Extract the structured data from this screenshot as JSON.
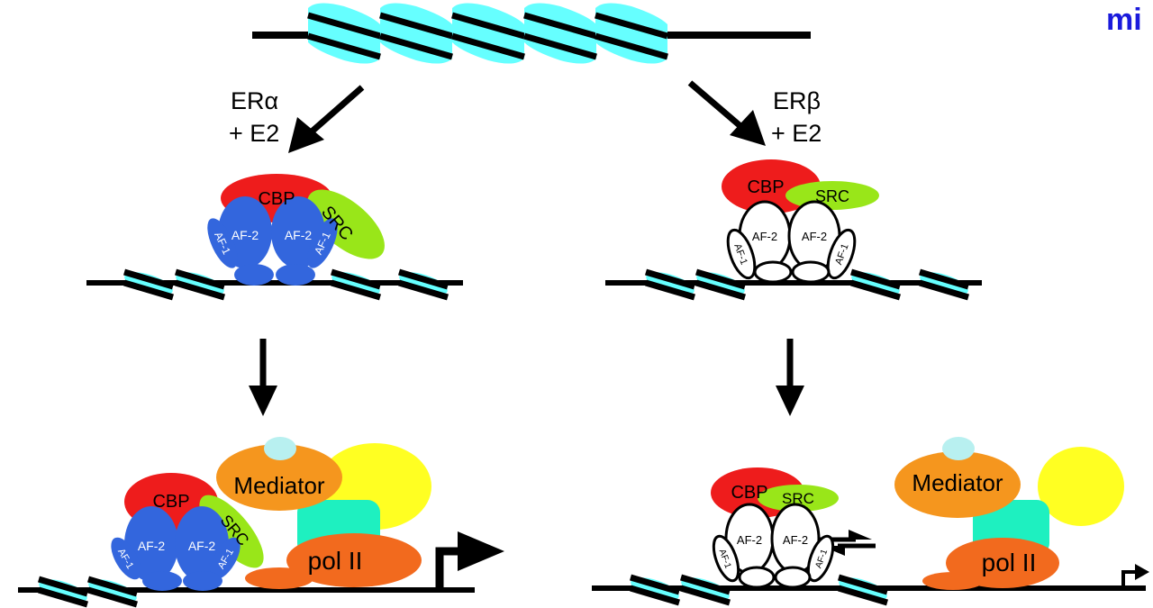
{
  "logo": {
    "text": "mi",
    "color": "#1a1adc"
  },
  "colors": {
    "nucleosome": "#66ffff",
    "dna": "#000000",
    "cbp": "#ee1c1c",
    "src": "#99e619",
    "er_alpha": "#3366dd",
    "er_beta": "#ffffff",
    "mediator": "#f5961e",
    "mediator_cap": "#b8f0f0",
    "yellow_factor": "#ffff22",
    "teal_factor": "#1ef0c0",
    "pol2": "#f26a1e"
  },
  "top": {
    "left_label_line1": "ERα",
    "left_label_line2": "+ E2",
    "right_label_line1": "ERβ",
    "right_label_line2": "+ E2"
  },
  "left_middle": {
    "cbp": "CBP",
    "src": "SRC",
    "af2_a": "AF-2",
    "af2_b": "AF-2",
    "af1_a": "AF-1",
    "af1_b": "AF-1"
  },
  "right_middle": {
    "cbp": "CBP",
    "src": "SRC",
    "af2_a": "AF-2",
    "af2_b": "AF-2",
    "af1_a": "AF-1",
    "af1_b": "AF-1"
  },
  "left_bottom": {
    "cbp": "CBP",
    "src": "SRC",
    "af2_a": "AF-2",
    "af2_b": "AF-2",
    "af1_a": "AF-1",
    "af1_b": "AF-1",
    "mediator": "Mediator",
    "pol2": "pol II"
  },
  "right_bottom": {
    "cbp": "CBP",
    "src": "SRC",
    "af2_a": "AF-2",
    "af2_b": "AF-2",
    "af1_a": "AF-1",
    "af1_b": "AF-1",
    "mediator": "Mediator",
    "pol2": "pol II"
  }
}
